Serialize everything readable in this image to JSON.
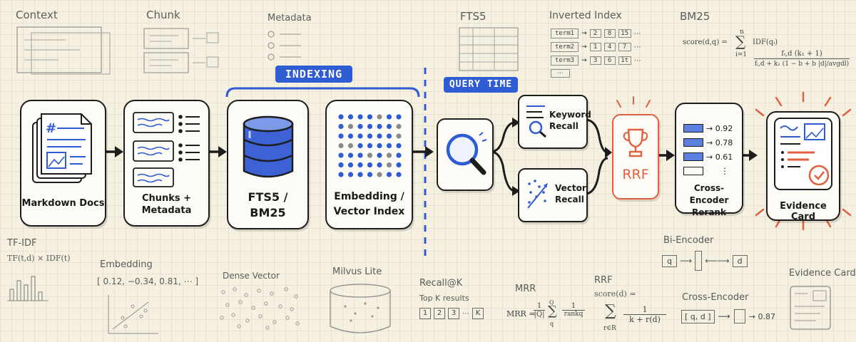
{
  "top_labels": {
    "context": "Context",
    "chunk": "Chunk",
    "metadata": "Metadata",
    "fts5": "FTS5",
    "inverted_index": "Inverted Index",
    "bm25": "BM25"
  },
  "inverted_index_rows": [
    {
      "term": "term1",
      "postings": [
        "2",
        "8",
        "15"
      ]
    },
    {
      "term": "term2",
      "postings": [
        "1",
        "4",
        "7"
      ]
    },
    {
      "term": "term3",
      "postings": [
        "3",
        "6",
        "1t"
      ]
    }
  ],
  "bm25_formula": {
    "lhs": "score(d,q) =",
    "sum_upper": "n",
    "sum_lower": "i=1",
    "idf": "IDF(qᵢ)",
    "numerator": "fᵢ,d (k₁ + 1)",
    "denominator": "fᵢ,d + k₁ (1 − b + b |d|/avgdl)"
  },
  "phases": {
    "indexing": "INDEXING",
    "query_time": "QUERY TIME"
  },
  "stages": {
    "markdown_docs": "Markdown Docs",
    "chunks_line1": "Chunks +",
    "chunks_line2": "Metadata",
    "fts5_line1": "FTS5 /",
    "fts5_line2": "BM25",
    "embed_line1": "Embedding /",
    "embed_line2": "Vector Index",
    "keyword_line1": "Keyword",
    "keyword_line2": "Recall",
    "vector_line1": "Vector",
    "vector_line2": "Recall",
    "rrf": "RRF",
    "rerank_line1": "Cross-Encoder",
    "rerank_line2": "Rerank",
    "evidence_card": "Evidence Card"
  },
  "rerank_scores": [
    "→ 0.92",
    "→ 0.78",
    "→ 0.61"
  ],
  "bottom": {
    "tfidf": "TF-IDF",
    "tfidf_formula": "TF(t,d) × IDF(t)",
    "embedding": "Embedding",
    "embedding_vector": "[ 0.12, −0.34, 0.81, ⋯ ]",
    "dense_vector": "Dense Vector",
    "milvus_lite": "Milvus Lite",
    "recall_at_k": "Recall@K",
    "top_k": "Top K results",
    "recall_boxes": [
      "1",
      "2",
      "3",
      "K"
    ],
    "mrr": "MRR",
    "mrr_lhs": "MRR =",
    "mrr_frac_num": "1",
    "mrr_frac_den": "|Q|",
    "mrr_sum_upper": "Q",
    "mrr_sum_lower": "q",
    "mrr_term_den": "rankq",
    "rrf": "RRF",
    "rrf_lhs": "score(d) =",
    "rrf_sum_lower": "r∈R",
    "rrf_num": "1",
    "rrf_den": "k + r(d)",
    "bi_encoder": "Bi-Encoder",
    "bi_q": "q",
    "bi_d": "d",
    "cross_encoder": "Cross-Encoder",
    "cross_input": "[ q, d ]",
    "cross_score": "→ 0.87",
    "evidence_card_small": "Evidence Card"
  },
  "colors": {
    "blue": "#2f5bd3",
    "orange": "#e0603f",
    "ink": "#1d1d1d",
    "paper": "#f6f0e1"
  }
}
